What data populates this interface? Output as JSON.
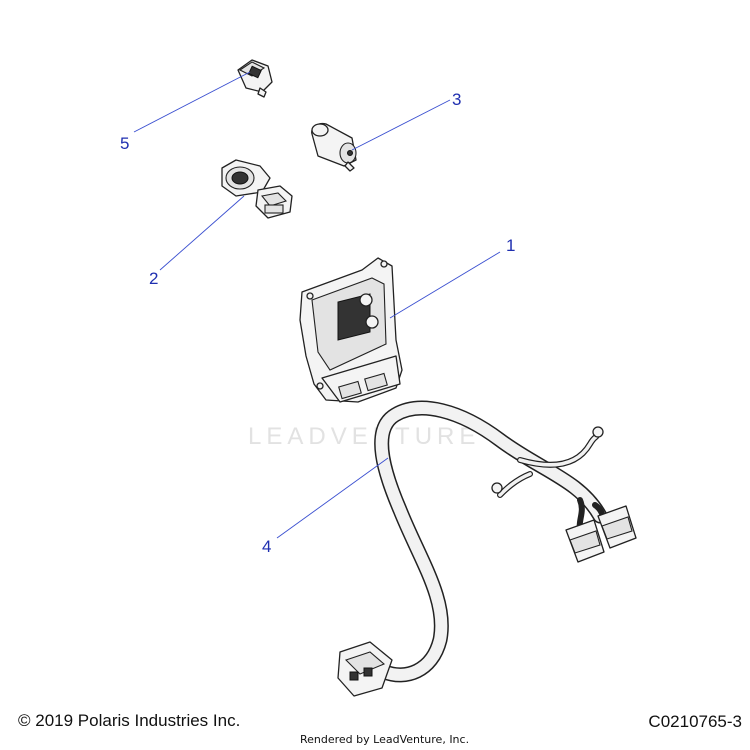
{
  "watermark": "LEADVENTURE",
  "callouts": [
    {
      "label": "1"
    },
    {
      "label": "2"
    },
    {
      "label": "3"
    },
    {
      "label": "4"
    },
    {
      "label": "5"
    }
  ],
  "footer": {
    "copyright": "© 2019 Polaris Industries Inc.",
    "rendered_by": "Rendered by LeadVenture, Inc.",
    "diagram_code": "C0210765-3"
  }
}
